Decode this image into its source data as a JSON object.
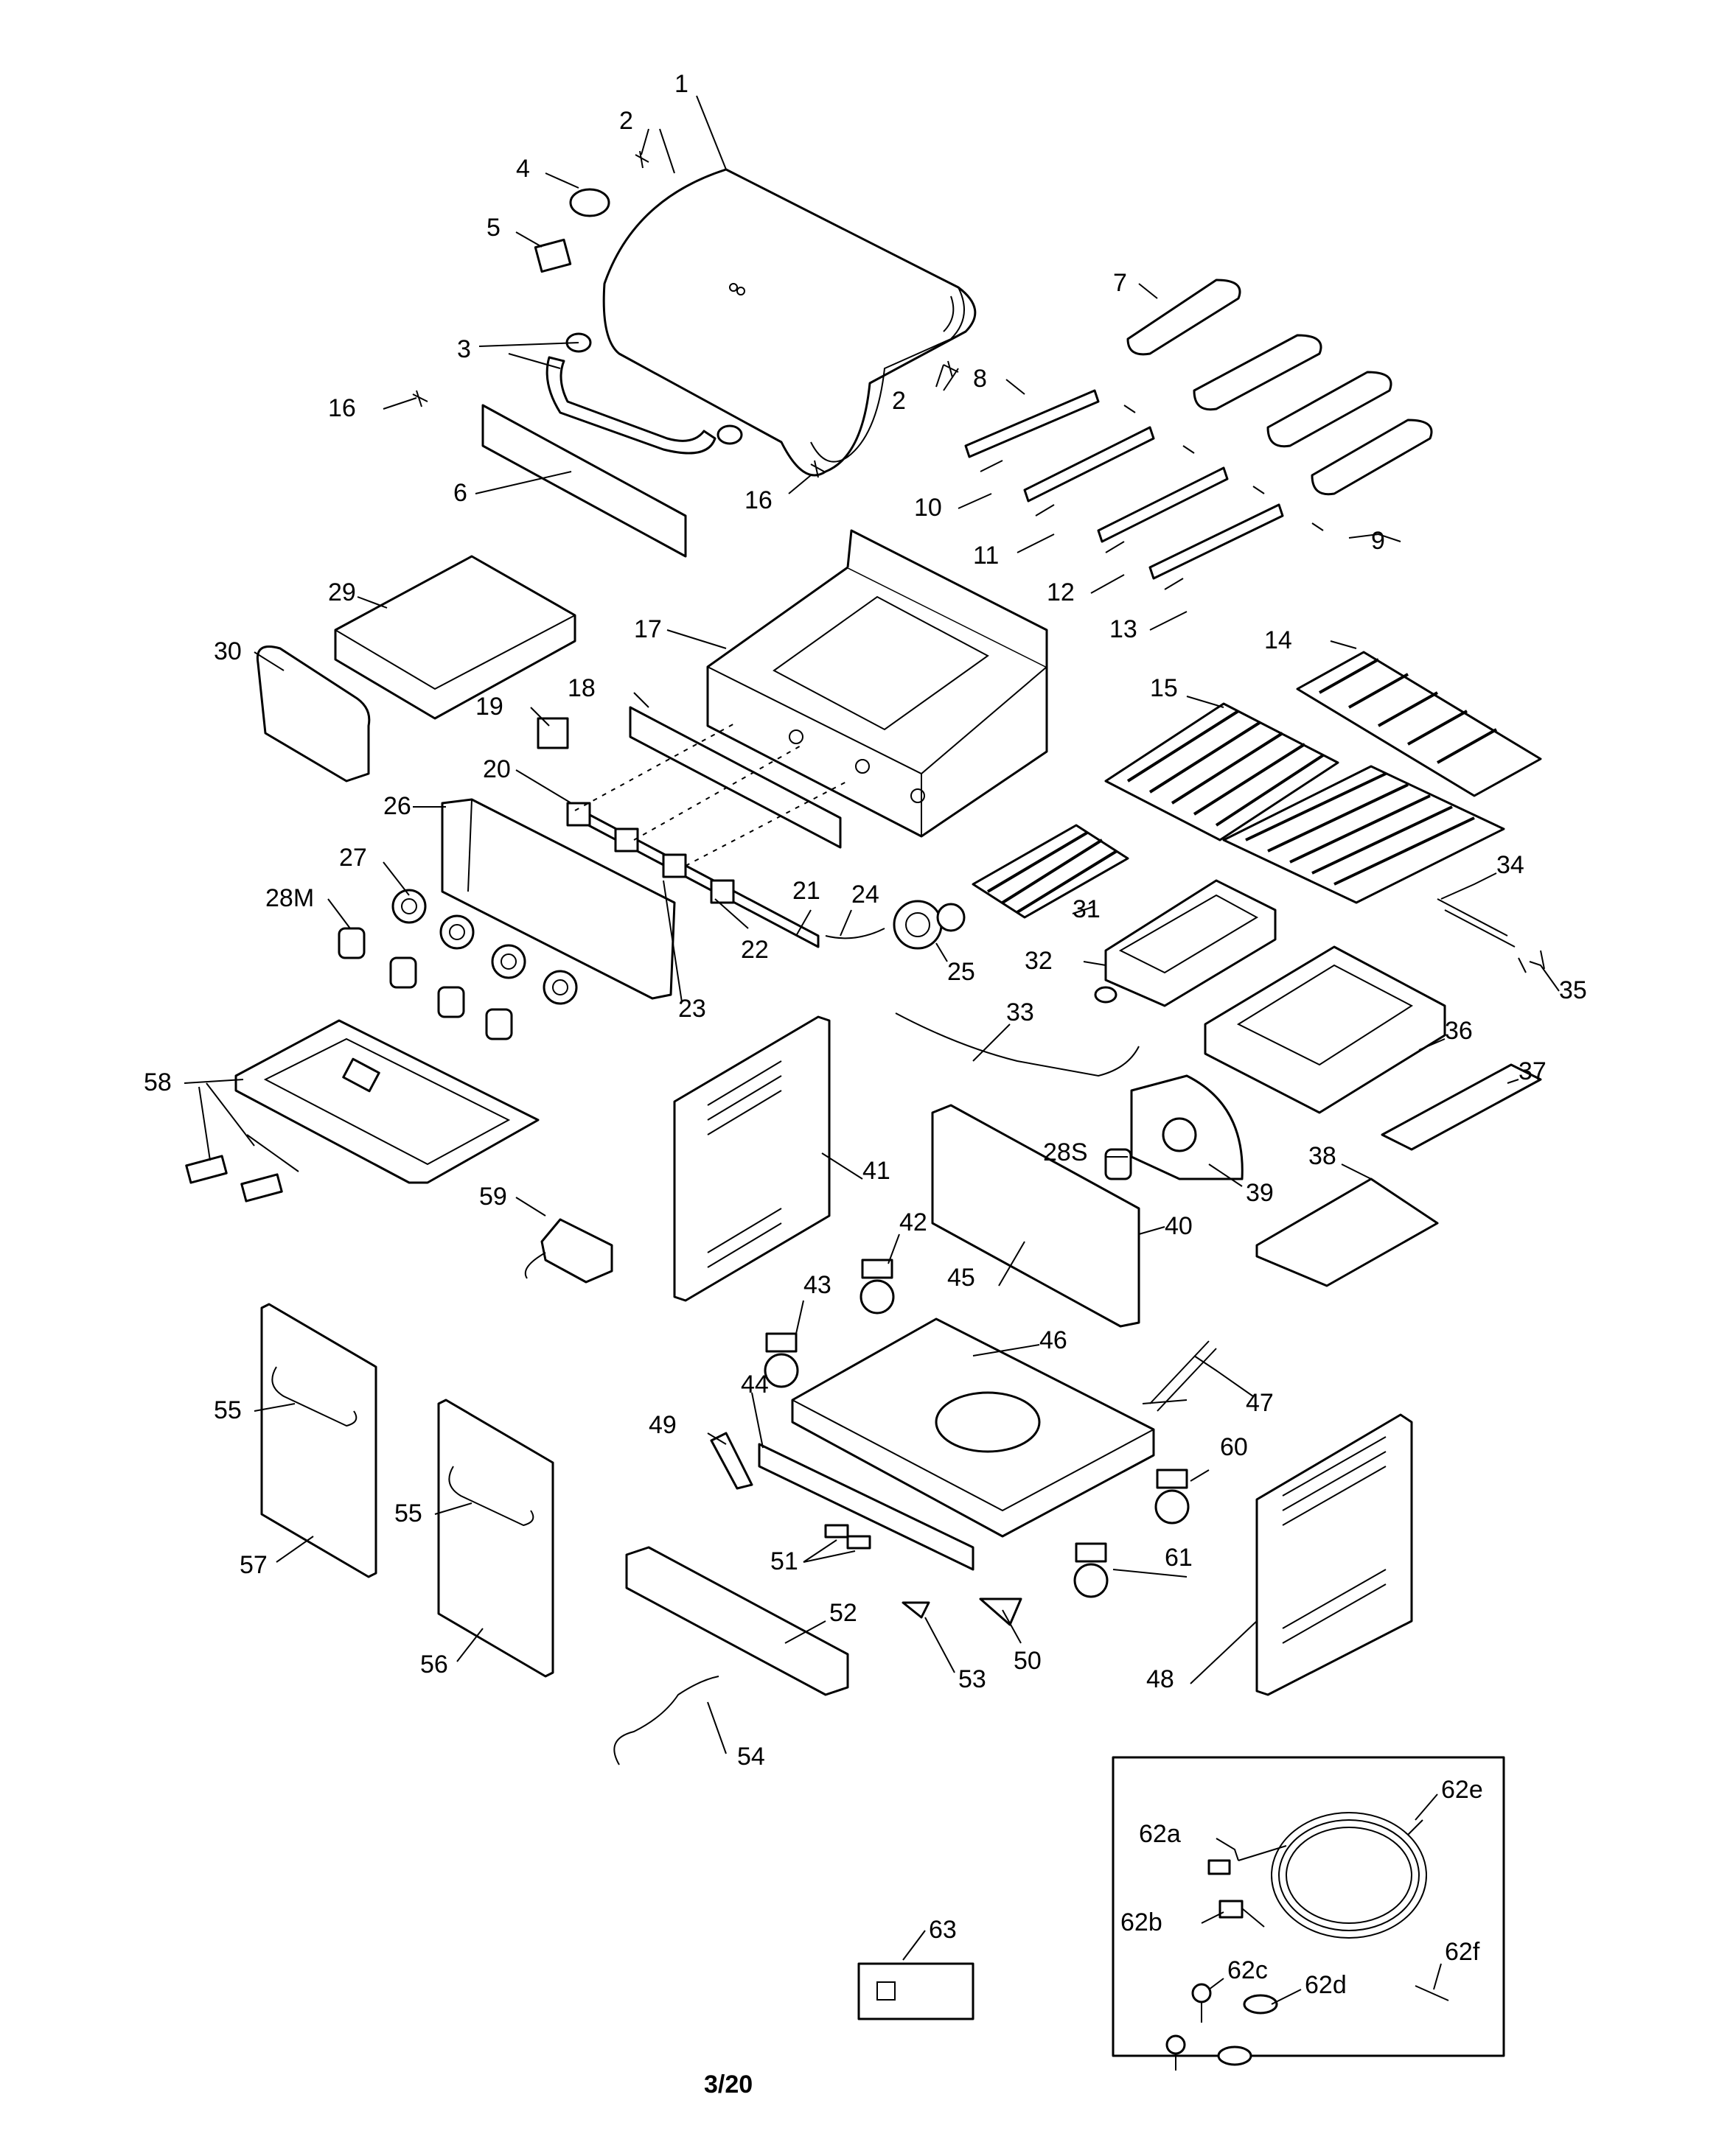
{
  "labels": {
    "p1": "1",
    "p2a": "2",
    "p2b": "2",
    "p3": "3",
    "p4": "4",
    "p5": "5",
    "p6": "6",
    "p7": "7",
    "p8": "8",
    "p9": "9",
    "p10": "10",
    "p11": "11",
    "p12": "12",
    "p13": "13",
    "p14": "14",
    "p15": "15",
    "p16a": "16",
    "p16b": "16",
    "p17": "17",
    "p18": "18",
    "p19": "19",
    "p20": "20",
    "p21": "21",
    "p22": "22",
    "p23": "23",
    "p24": "24",
    "p25": "25",
    "p26": "26",
    "p27": "27",
    "p28M": "28M",
    "p28S": "28S",
    "p29": "29",
    "p30": "30",
    "p31": "31",
    "p32": "32",
    "p33": "33",
    "p34": "34",
    "p35": "35",
    "p36": "36",
    "p37": "37",
    "p38": "38",
    "p39": "39",
    "p40": "40",
    "p41": "41",
    "p42": "42",
    "p43": "43",
    "p44": "44",
    "p45": "45",
    "p46": "46",
    "p47": "47",
    "p48": "48",
    "p49": "49",
    "p50": "50",
    "p51": "51",
    "p52": "52",
    "p53": "53",
    "p54": "54",
    "p55a": "55",
    "p55b": "55",
    "p56": "56",
    "p57": "57",
    "p58": "58",
    "p59": "59",
    "p60": "60",
    "p61": "61",
    "p62a": "62a",
    "p62b": "62b",
    "p62c": "62c",
    "p62d": "62d",
    "p62e": "62e",
    "p62f": "62f",
    "p63": "63"
  },
  "page_number": "3/20"
}
